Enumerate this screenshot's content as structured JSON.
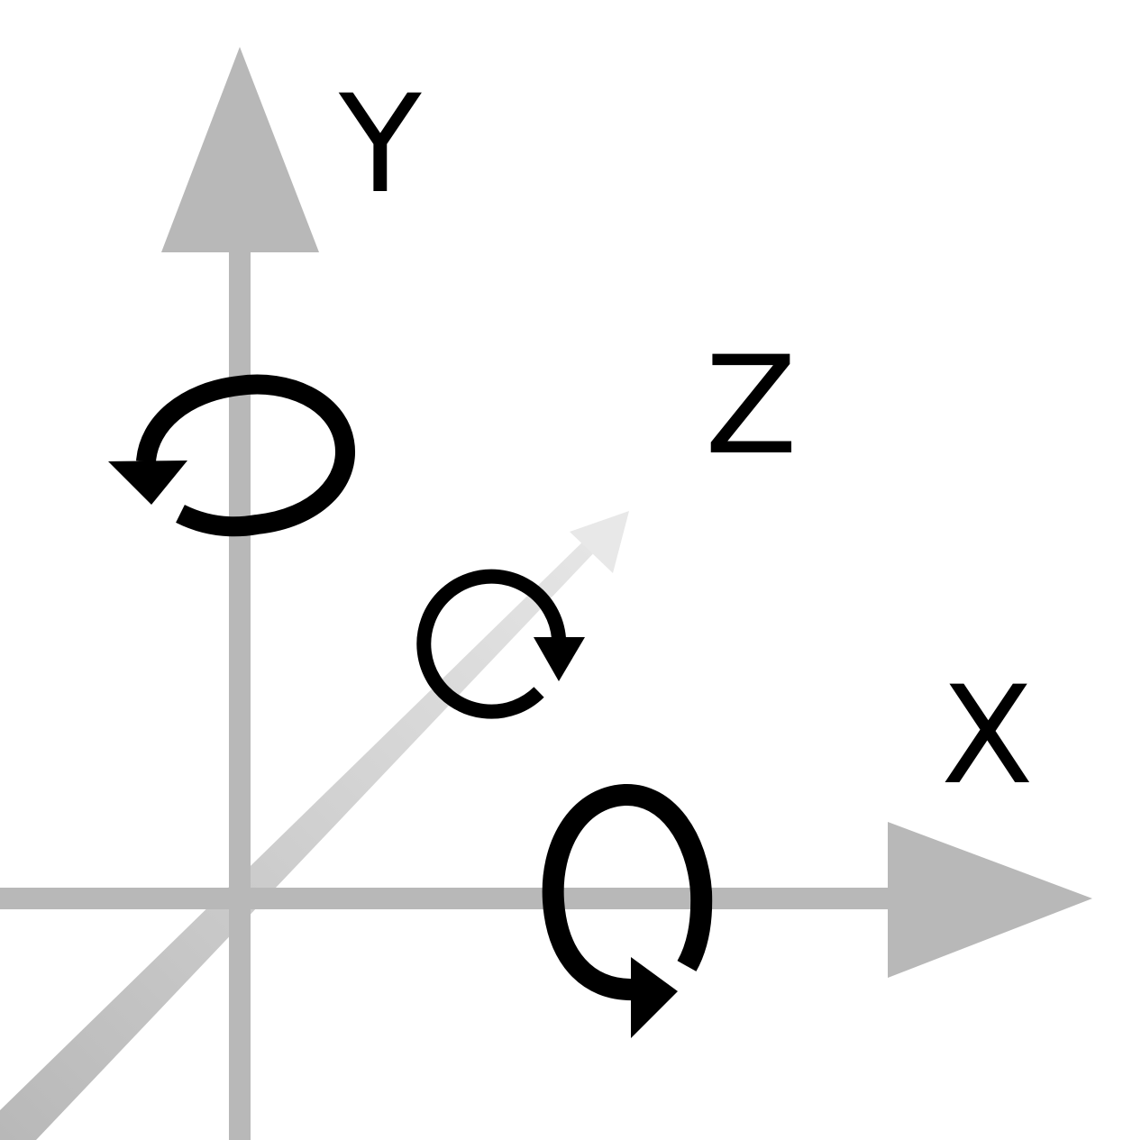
{
  "labels": {
    "x": "X",
    "y": "Y",
    "z": "Z"
  },
  "colors": {
    "axis": "#b8b8b8",
    "z_axis_far": "#e8e8e8",
    "rotation": "#000000",
    "background": "#ffffff"
  },
  "icons": [
    "rotation-arrow-y-icon",
    "rotation-arrow-z-icon",
    "rotation-arrow-x-icon"
  ]
}
